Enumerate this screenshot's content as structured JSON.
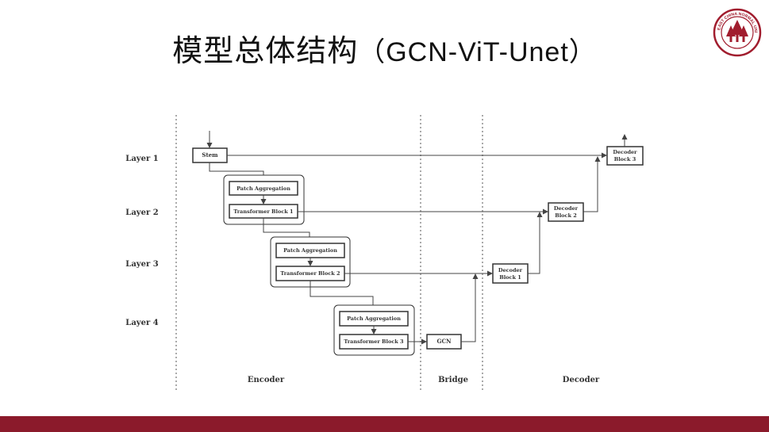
{
  "slide": {
    "title_cn": "模型总体结构",
    "title_latin": "（GCN-ViT-Unet）",
    "brand_color": "#8b1a2b"
  },
  "logo": {
    "text": "EAST CHINA NORMAL UNIVERSITY",
    "icon": "university-seal-icon"
  },
  "diagram": {
    "layers": [
      "Layer 1",
      "Layer 2",
      "Layer 3",
      "Layer 4"
    ],
    "sections": [
      "Encoder",
      "Bridge",
      "Decoder"
    ],
    "stem": "Stem",
    "patch_aggregation": [
      "Patch Aggregation",
      "Patch Aggregation",
      "Patch Aggregation"
    ],
    "transformer_blocks": [
      "Transformer Block 1",
      "Transformer Block 2",
      "Transformer Block 3"
    ],
    "gcn": "GCN",
    "decoders": [
      {
        "line1": "Decoder",
        "line2": "Block 1"
      },
      {
        "line1": "Decoder",
        "line2": "Block 2"
      },
      {
        "line1": "Decoder",
        "line2": "Block 3"
      }
    ]
  }
}
